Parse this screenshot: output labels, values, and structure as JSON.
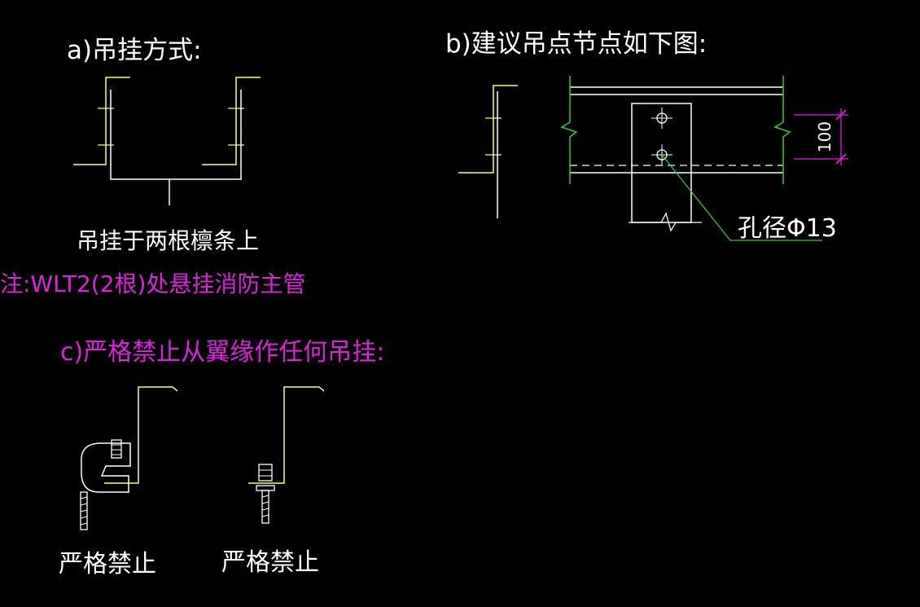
{
  "colors": {
    "background": "#000000",
    "white": "#ffffff",
    "yellow": "#ffff66",
    "green": "#33cc33",
    "magenta": "#dd22dd"
  },
  "section_a": {
    "title": "a)吊挂方式:",
    "caption": "吊挂于两根檩条上",
    "note": "注:WLT2(2根)处悬挂消防主管"
  },
  "section_b": {
    "title": "b)建议吊点节点如下图:",
    "dimension": "100",
    "hole_label": "孔径Φ13"
  },
  "section_c": {
    "title": "c)严格禁止从翼缘作任何吊挂:",
    "left_caption": "严格禁止",
    "right_caption": "严格禁止"
  }
}
